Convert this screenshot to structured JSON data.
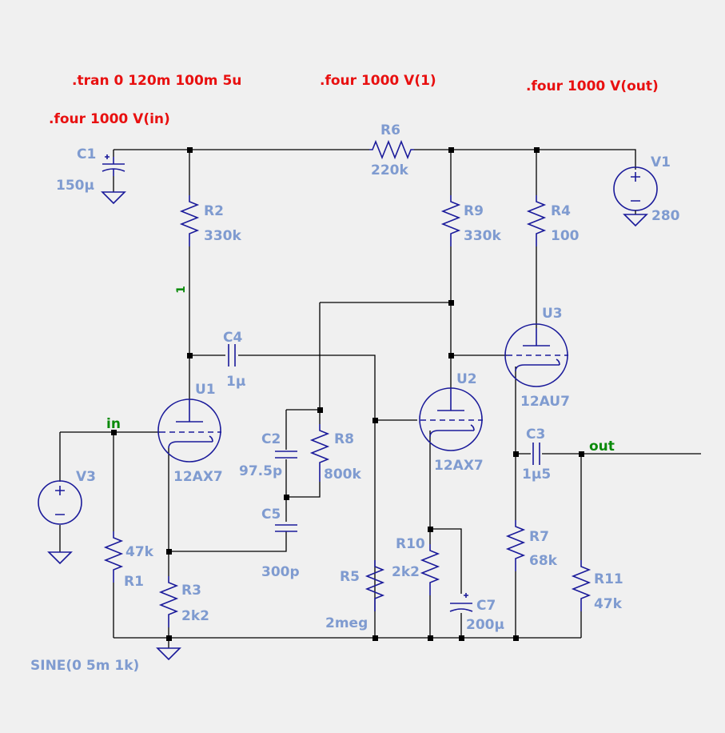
{
  "directives": {
    "tran": ".tran 0 120m 100m 5u",
    "four_v1": ".four 1000  V(1)",
    "four_out": ".four 1000  V(out)",
    "four_in": ".four 1000  V(in)"
  },
  "nets": {
    "in": "in",
    "out": "out",
    "n1": "1"
  },
  "source_spec": "SINE(0 5m 1k)",
  "components": {
    "C1": {
      "name": "C1",
      "value": "150µ"
    },
    "C2": {
      "name": "C2",
      "value": "97.5p"
    },
    "C3": {
      "name": "C3",
      "value": "1µ5"
    },
    "C4": {
      "name": "C4",
      "value": "1µ"
    },
    "C5": {
      "name": "C5",
      "value": "300p"
    },
    "C7": {
      "name": "C7",
      "value": "200µ"
    },
    "R1": {
      "name": "R1",
      "value": "47k"
    },
    "R2": {
      "name": "R2",
      "value": "330k"
    },
    "R3": {
      "name": "R3",
      "value": "2k2"
    },
    "R4": {
      "name": "R4",
      "value": "100"
    },
    "R5": {
      "name": "R5",
      "value": "2meg"
    },
    "R6": {
      "name": "R6",
      "value": "220k"
    },
    "R7": {
      "name": "R7",
      "value": "68k"
    },
    "R8": {
      "name": "R8",
      "value": "800k"
    },
    "R9": {
      "name": "R9",
      "value": "330k"
    },
    "R10": {
      "name": "R10",
      "value": "2k2"
    },
    "R11": {
      "name": "R11",
      "value": "47k"
    },
    "V1": {
      "name": "V1",
      "value": "280"
    },
    "V3": {
      "name": "V3"
    },
    "U1": {
      "name": "U1",
      "value": "12AX7"
    },
    "U2": {
      "name": "U2",
      "value": "12AX7"
    },
    "U3": {
      "name": "U3",
      "value": "12AU7"
    }
  },
  "colors": {
    "background": "#f0f0f0",
    "wire": "#000000",
    "symbol": "#1a1a9a",
    "label": "#7f9bd0",
    "directive": "#e81010",
    "net": "#0a8a0a"
  }
}
